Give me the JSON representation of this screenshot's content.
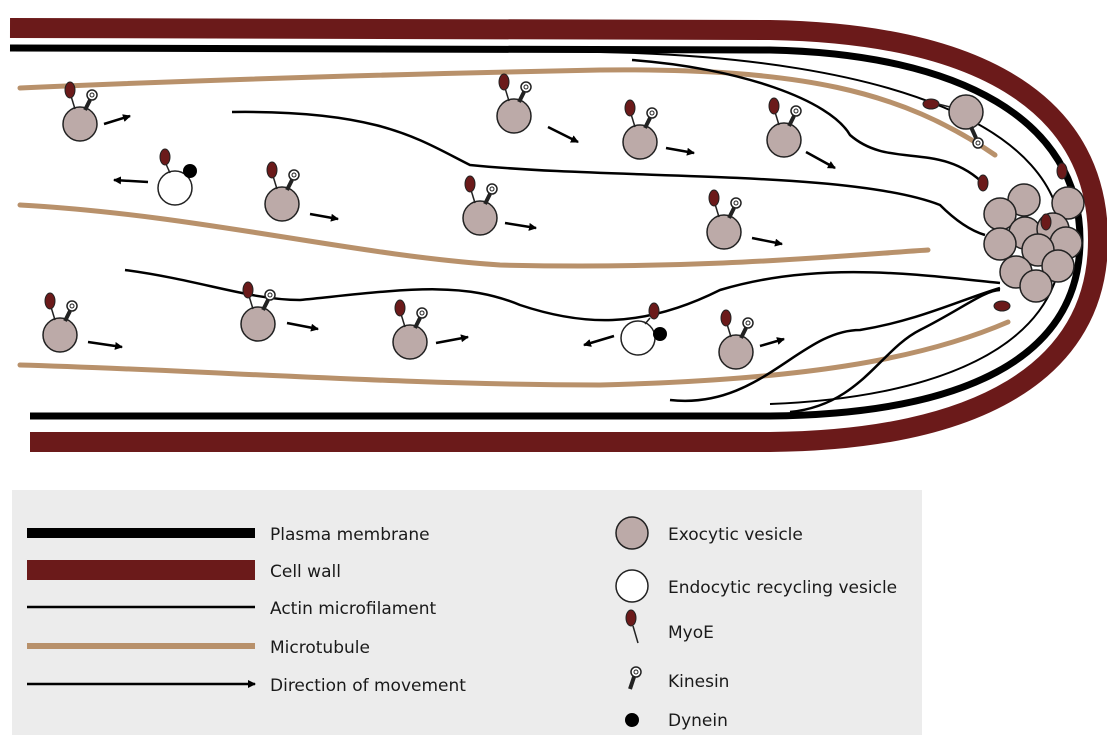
{
  "colors": {
    "cell_wall": "#6b1a1a",
    "plasma_membrane": "#000000",
    "microtubule": "#b8916b",
    "vesicle_fill": "#bcaaa8",
    "myoe": "#6b1a1a",
    "legend_background": "#ececec"
  },
  "legend": {
    "plasma_membrane": "Plasma membrane",
    "cell_wall": "Cell wall",
    "actin": "Actin microfilament",
    "microtubule": "Microtubule",
    "direction": "Direction of movement",
    "exocytic": "Exocytic vesicle",
    "endocytic": "Endocytic recycling vesicle",
    "myoe": "MyoE",
    "kinesin": "Kinesin",
    "dynein": "Dynein"
  }
}
